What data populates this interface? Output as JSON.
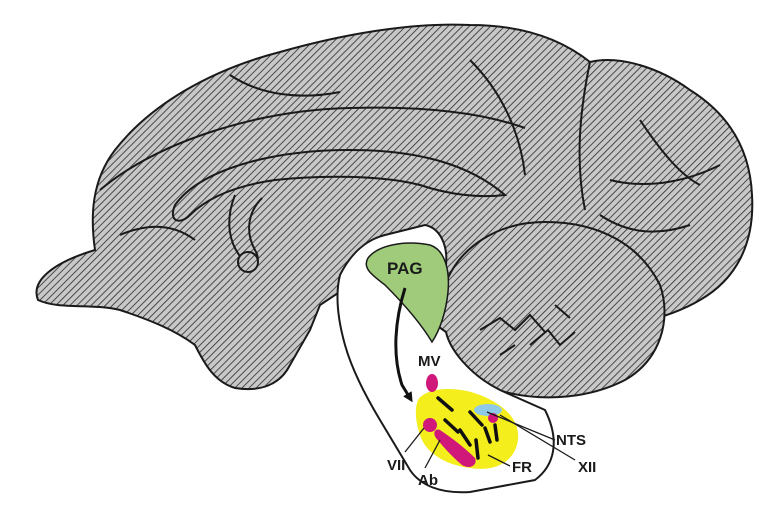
{
  "labels": {
    "pag": "PAG",
    "mv": "MV",
    "nts": "NTS",
    "vii": "VII",
    "ab": "Ab",
    "fr": "FR",
    "xii": "XII"
  },
  "colors": {
    "hatch_fill": "#bdbdbd",
    "outline": "#1a1a1a",
    "pag_region": "#9fcb7b",
    "reticular_region": "#f4ee1c",
    "nucleus_magenta": "#d0187a",
    "nts_blue": "#8fc9e8",
    "brainstem": "#ffffff"
  }
}
